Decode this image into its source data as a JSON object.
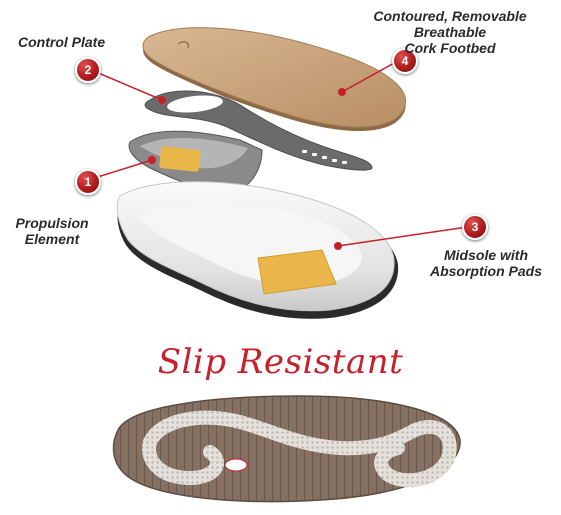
{
  "labels": {
    "control_plate": "Control Plate",
    "propulsion_line1": "Propulsion",
    "propulsion_line2": "Element",
    "footbed_line1": "Contoured, Removable",
    "footbed_line2": "Breathable",
    "footbed_line3": "Cork Footbed",
    "midsole_line1": "Midsole with",
    "midsole_line2": "Absorption Pads"
  },
  "badges": {
    "propulsion": "1",
    "control_plate": "2",
    "midsole": "3",
    "footbed": "4"
  },
  "outsole_title": "Slip Resistant",
  "colors": {
    "accent": "#c8202a",
    "cork": "#c9a57d",
    "pad": "#e9b64a",
    "midsole": "#eeeeee",
    "plate": "#6b6b6b",
    "outsole": "#8a7668"
  }
}
